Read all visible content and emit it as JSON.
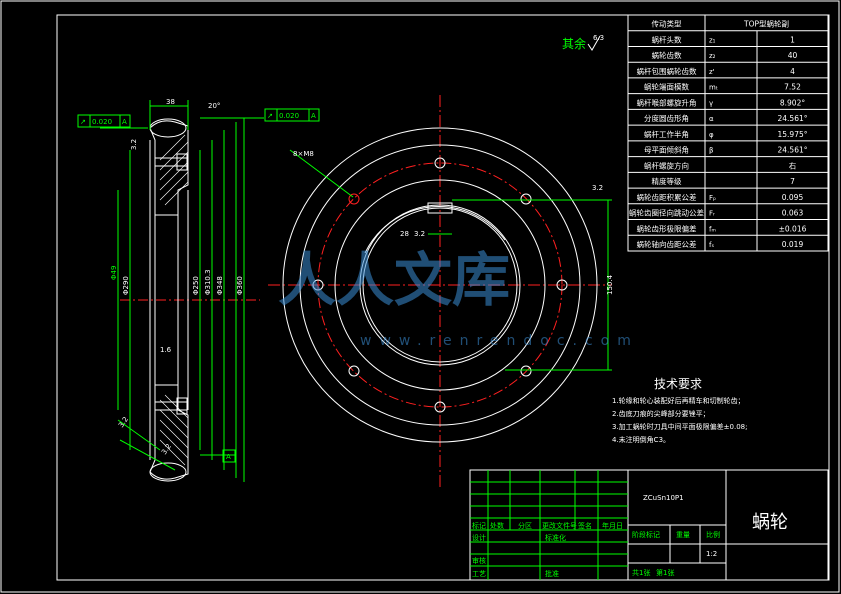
{
  "drawing": {
    "surface_note": "其余",
    "surface_value": "6.3",
    "bolt_hole_label": "8×M8",
    "tolerances": [
      "0.020",
      "0.020"
    ],
    "tolerance_datum": "A",
    "datum_label": "A",
    "dims_side": [
      "38",
      "20°",
      "3.2",
      "1.6",
      "3.2",
      "3.2",
      "Φ49",
      "Φ290",
      "Φ250",
      "Φ310.3",
      "Φ348",
      "Φ360"
    ],
    "dims_front": [
      "3.2",
      "28",
      "3.2",
      "150.4"
    ],
    "watermark_text": "人人文库",
    "watermark_url": "www.renrendoc.com"
  },
  "param_table": {
    "header": [
      "传动类型",
      "TOP型蜗轮副"
    ],
    "rows": [
      [
        "蜗杆头数",
        "z₁",
        "1"
      ],
      [
        "蜗轮齿数",
        "z₂",
        "40"
      ],
      [
        "蜗杆包围蜗轮齿数",
        "z'",
        "4"
      ],
      [
        "蜗轮端面模数",
        "mₜ",
        "7.52"
      ],
      [
        "蜗杆喉部螺旋升角",
        "γ",
        "8.902°"
      ],
      [
        "分度圆齿形角",
        "α",
        "24.561°"
      ],
      [
        "蜗杆工作半角",
        "φ",
        "15.975°"
      ],
      [
        "母平面倾斜角",
        "β",
        "24.561°"
      ],
      [
        "蜗杆螺旋方向",
        "",
        "右"
      ],
      [
        "精度等级",
        "",
        "7"
      ],
      [
        "蜗轮齿距积累公差",
        "Fₚ",
        "0.095"
      ],
      [
        "蜗轮齿圈径向跳动公差",
        "Fᵣ",
        "0.063"
      ],
      [
        "蜗轮齿形极限偏差",
        "fₘ",
        "±0.016"
      ],
      [
        "蜗轮轴向齿距公差",
        "fₛ",
        "0.019"
      ]
    ]
  },
  "tech_req": {
    "title": "技术要求",
    "items": [
      "1.轮缘和轮心装配好后再精车和切制轮齿；",
      "2.齿底刀痕的尖峰部分要锉平；",
      "3.加工蜗轮时刀具中间平面极限偏差±0.08;",
      "4.未注明倒角C3。"
    ]
  },
  "title_block": {
    "material": "ZCuSn10P1",
    "part_name": "蜗轮",
    "scale": "1:2",
    "row_labels": [
      "标记",
      "处数",
      "分区",
      "更改文件号",
      "签名",
      "年月日"
    ],
    "designer": "设计",
    "standard": "标准化",
    "stage_label": "阶段标记",
    "weight_label": "重量",
    "ratio_label": "比例",
    "review": "审核",
    "craft": "工艺",
    "approve": "批准",
    "sheets": "共1张",
    "sheet_no": "第1张"
  }
}
